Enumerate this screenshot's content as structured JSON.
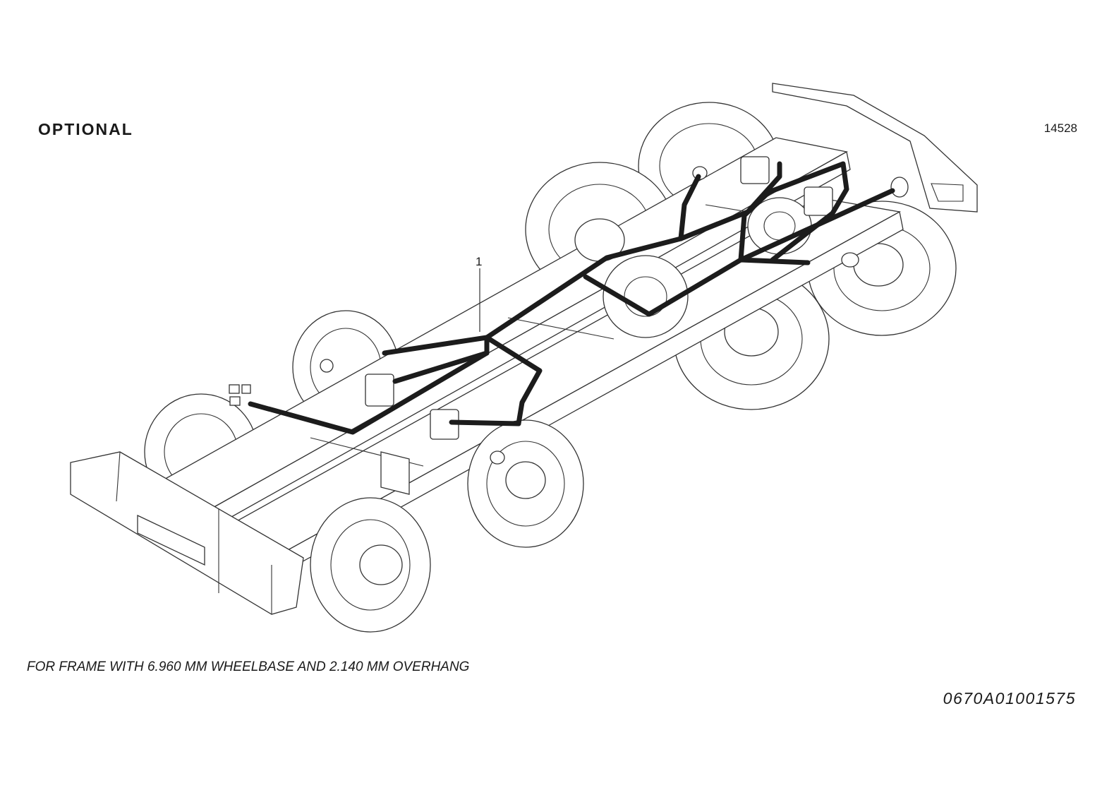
{
  "header": {
    "heading": "OPTIONAL",
    "figure_number": "14528"
  },
  "diagram": {
    "subject": "truck chassis frame with wiring harness",
    "callouts": [
      {
        "label": "1"
      }
    ]
  },
  "footer": {
    "caption": "FOR FRAME WITH 6.960 MM WHEELBASE AND 2.140 MM OVERHANG",
    "document_code": "0670A01001575"
  }
}
